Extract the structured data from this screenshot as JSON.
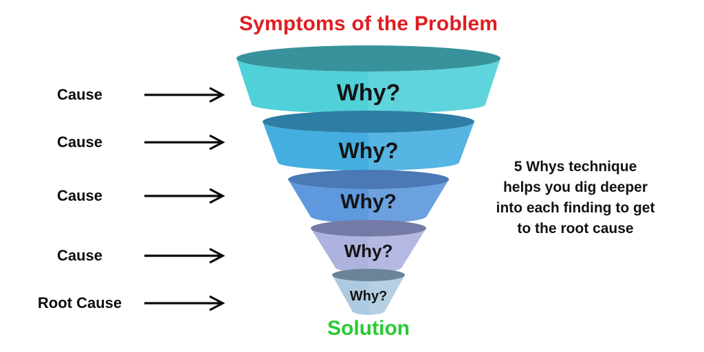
{
  "title": {
    "text": "Symptoms of the Problem",
    "color": "#DF1D21"
  },
  "funnel": {
    "segments": [
      {
        "label": "Why?",
        "top_color": "#37929B",
        "body_color": "#50D0D9"
      },
      {
        "label": "Why?",
        "top_color": "#2E7DA4",
        "body_color": "#45AEE0"
      },
      {
        "label": "Why?",
        "top_color": "#4A79B5",
        "body_color": "#5E98DD"
      },
      {
        "label": "Why?",
        "top_color": "#747AA6",
        "body_color": "#AEB2DE"
      },
      {
        "label": "Why?",
        "top_color": "#6B8499",
        "body_color": "#AECAE0"
      }
    ]
  },
  "left_labels": {
    "items": [
      {
        "label": "Cause"
      },
      {
        "label": "Cause"
      },
      {
        "label": "Cause"
      },
      {
        "label": "Cause"
      },
      {
        "label": "Root Cause"
      }
    ],
    "arrow_color": "#0a0a0a"
  },
  "side_note": {
    "lines": [
      "5 Whys technique",
      "helps you dig deeper",
      "into each finding to get",
      "to the root cause"
    ]
  },
  "footer": {
    "text": "Solution",
    "color": "#27CA33"
  }
}
